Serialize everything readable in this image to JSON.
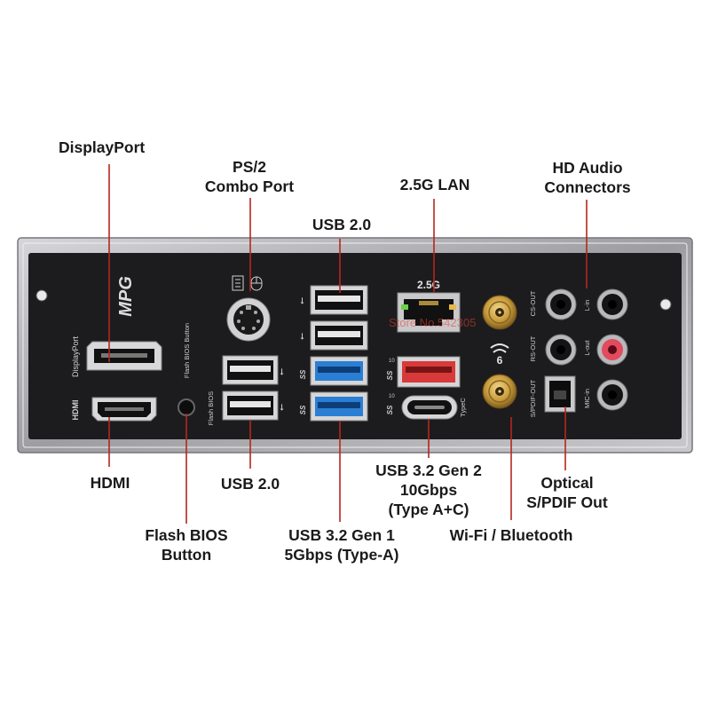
{
  "labels": {
    "displayport": "DisplayPort",
    "ps2_line1": "PS/2",
    "ps2_line2": "Combo Port",
    "usb20_top": "USB 2.0",
    "lan": "2.5G LAN",
    "hd_audio_line1": "HD Audio",
    "hd_audio_line2": "Connectors",
    "hdmi": "HDMI",
    "usb20_bottom": "USB 2.0",
    "usb32g2_line1": "USB 3.2 Gen 2",
    "usb32g2_line2": "10Gbps",
    "usb32g2_line3": "(Type A+C)",
    "optical_line1": "Optical",
    "optical_line2": "S/PDIF Out",
    "flash_line1": "Flash BIOS",
    "flash_line2": "Button",
    "usb32g1_line1": "USB 3.2 Gen 1",
    "usb32g1_line2": "5Gbps (Type-A)",
    "wifi": "Wi-Fi / Bluetooth"
  },
  "panel_print": {
    "logo": "MPG",
    "displayport": "DisplayPort",
    "hdmi": "HDMI",
    "flash_bios_button": "Flash BIOS Button",
    "flash_bios": "Flash BIOS",
    "lan_speed": "2.5G",
    "typec": "TypeC",
    "cs_out": "CS-OUT",
    "rs_out": "RS-OUT",
    "spdif_out": "S/PDIF-OUT",
    "l_in": "L-in",
    "l_out": "L-out",
    "mic_in": "MIC-in",
    "ss": "SS",
    "ss10": "10",
    "wifi6": "6"
  },
  "watermark": "Store No.542305",
  "colors": {
    "leader_line": "#b5261e",
    "panel": "#1c1c1e",
    "shield": "#a9a9ad",
    "usb3_blue": "#2a7fd4",
    "usb32g2_red": "#d83a3a",
    "line_out_pink": "#e24a5e",
    "antenna_gold": "#c8a24a"
  }
}
